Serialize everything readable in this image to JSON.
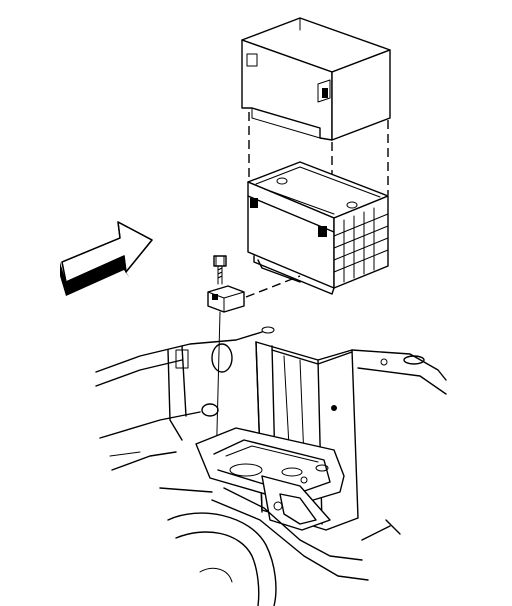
{
  "figure": {
    "kind": "exploded-assembly-line-drawing",
    "parts": [
      "battery-insulator-cover",
      "battery",
      "hold-down-retainer",
      "hold-down-bolt",
      "battery-tray",
      "front-end-sheet-metal",
      "wheelhouse",
      "forward-direction-arrow"
    ],
    "colors": {
      "ink": "#000000",
      "paper": "#ffffff"
    }
  }
}
